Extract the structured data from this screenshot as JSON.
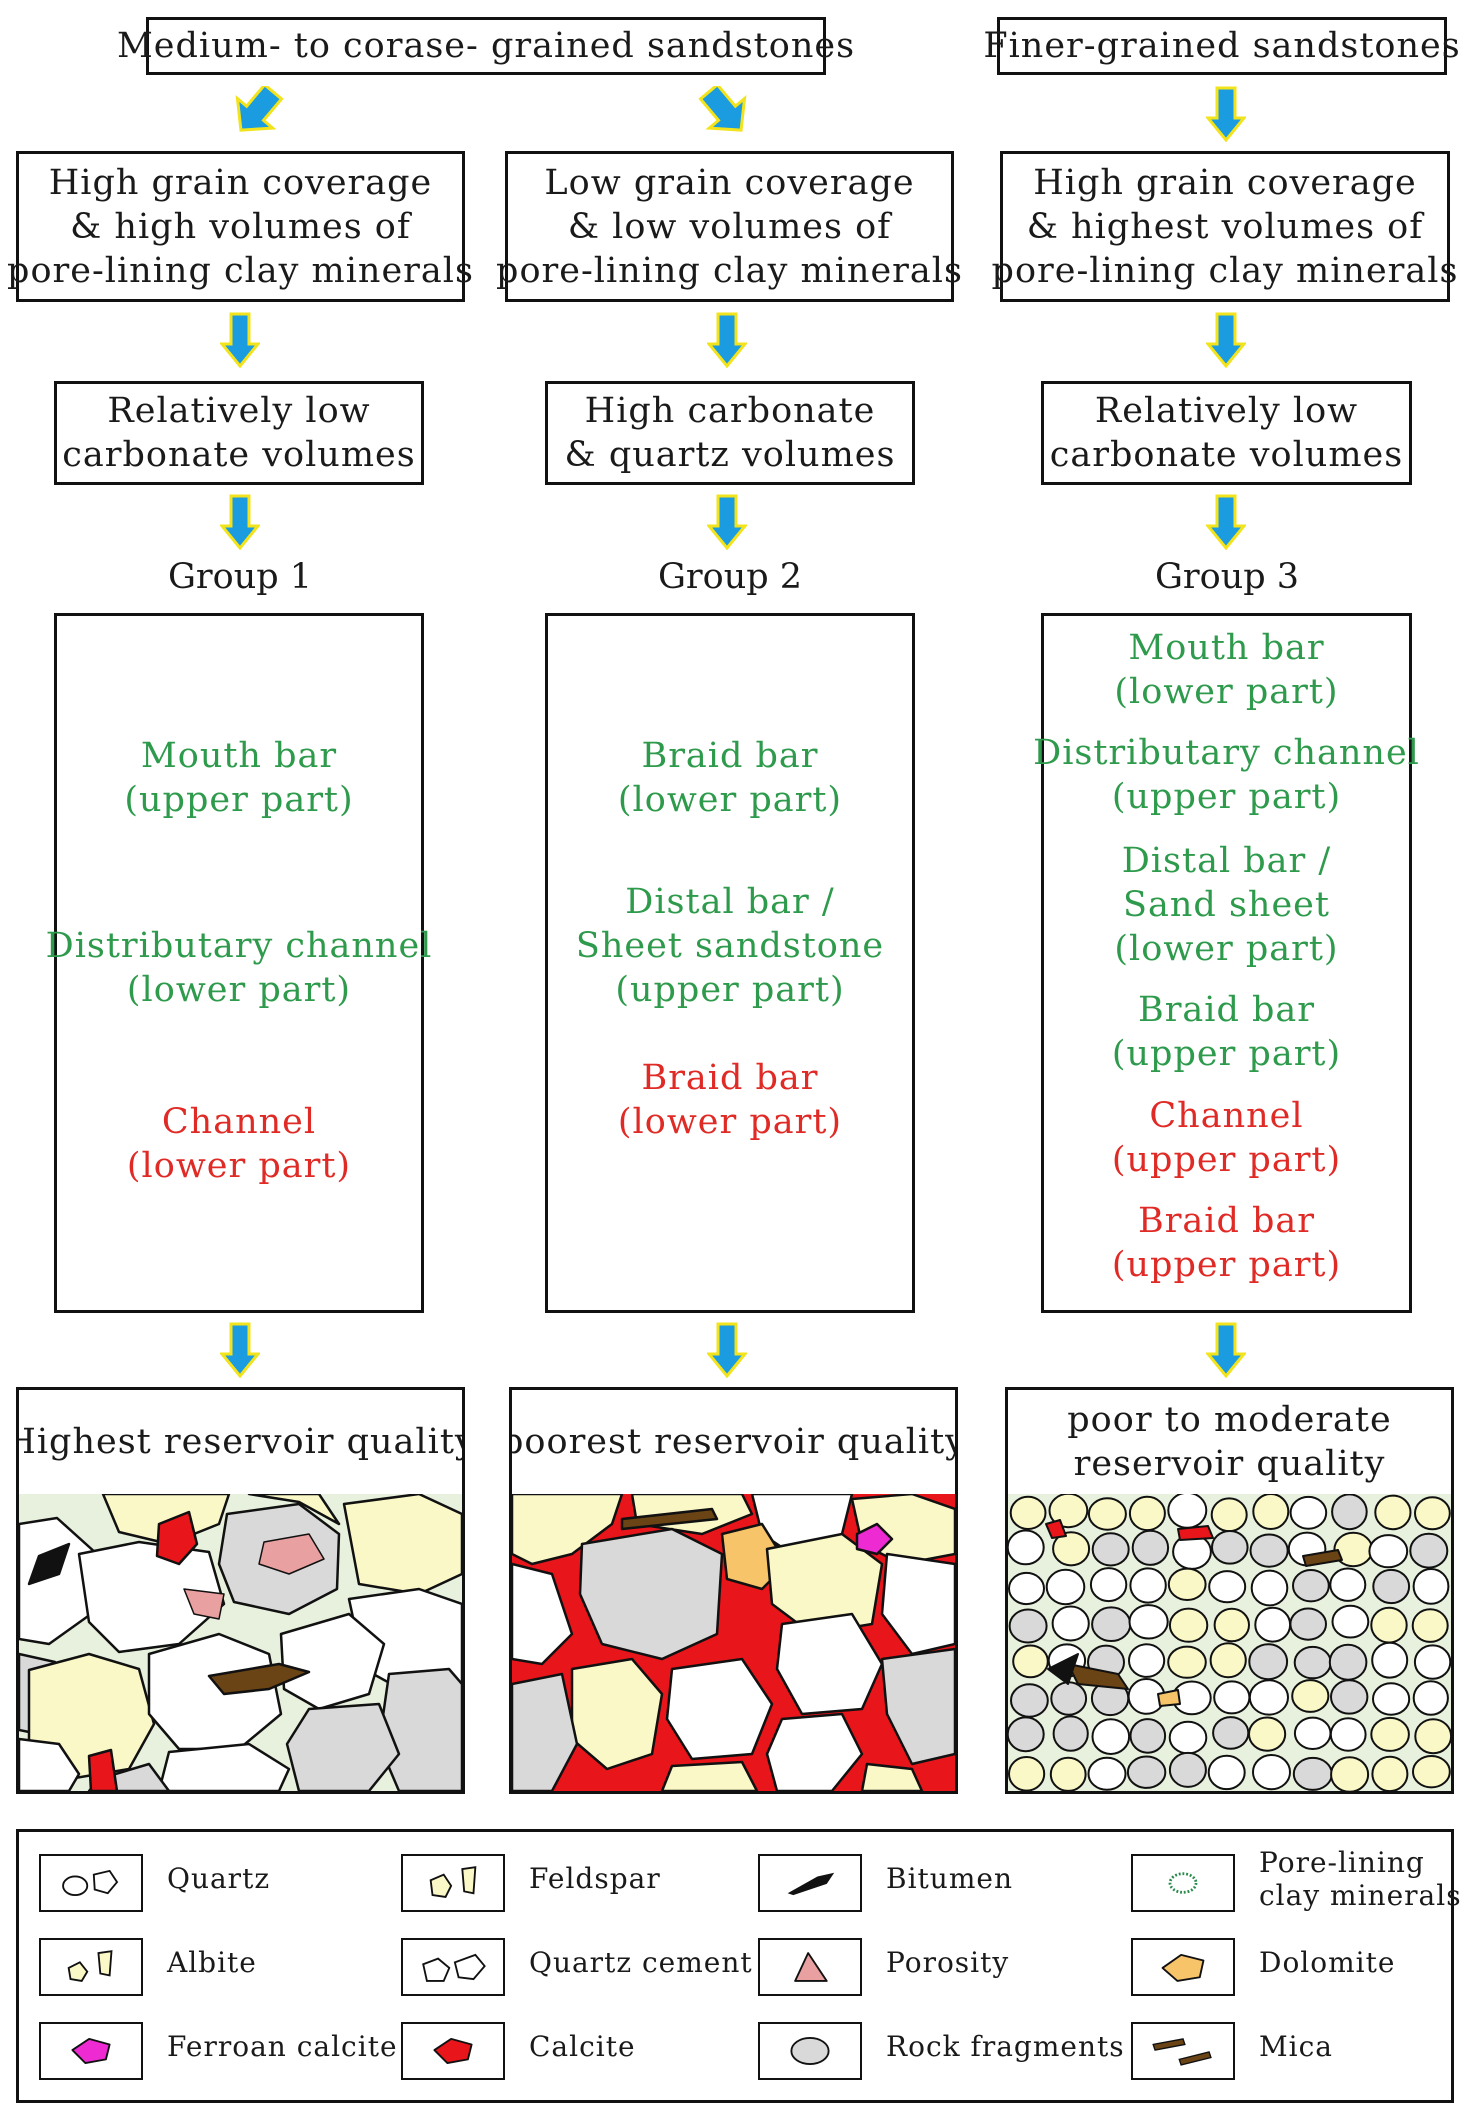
{
  "top_left_box": "Medium- to corase- grained sandstones",
  "top_right_box": "Finer-grained sandstones",
  "columns": [
    {
      "coverage_lines": [
        "High grain coverage",
        "& high volumes of",
        "pore-lining clay minerals"
      ],
      "carbonate_lines": [
        "Relatively low",
        "carbonate volumes"
      ],
      "group": "Group 1",
      "environments": [
        {
          "lines": [
            "Mouth bar",
            "(upper part)"
          ],
          "color": "#2e9a4c"
        },
        {
          "lines": [
            "Distributary channel",
            "(lower part)"
          ],
          "color": "#2e9a4c"
        },
        {
          "lines": [
            "Channel",
            "(lower part)"
          ],
          "color": "#e02a25"
        }
      ],
      "quality_lines": [
        "Highest reservoir quality"
      ]
    },
    {
      "coverage_lines": [
        "Low grain coverage",
        "& low volumes of",
        "pore-lining clay minerals"
      ],
      "carbonate_lines": [
        "High carbonate",
        "& quartz volumes"
      ],
      "group": "Group 2",
      "environments": [
        {
          "lines": [
            "Braid bar",
            "(lower part)"
          ],
          "color": "#2e9a4c"
        },
        {
          "lines": [
            "Distal bar /",
            "Sheet sandstone",
            "(upper part)"
          ],
          "color": "#2e9a4c"
        },
        {
          "lines": [
            "Braid bar",
            "(lower part)"
          ],
          "color": "#e02a25"
        }
      ],
      "quality_lines": [
        "poorest reservoir quality"
      ]
    },
    {
      "coverage_lines": [
        "High grain coverage",
        "& highest volumes of",
        "pore-lining clay minerals"
      ],
      "carbonate_lines": [
        "Relatively low",
        "carbonate volumes"
      ],
      "group": "Group 3",
      "environments": [
        {
          "lines": [
            "Mouth bar",
            "(lower part)"
          ],
          "color": "#2e9a4c"
        },
        {
          "lines": [
            "Distributary channel",
            "(upper part)"
          ],
          "color": "#2e9a4c"
        },
        {
          "lines": [
            "Distal bar /",
            "Sand sheet",
            "(lower part)"
          ],
          "color": "#2e9a4c"
        },
        {
          "lines": [
            "Braid bar",
            "(upper part)"
          ],
          "color": "#2e9a4c"
        },
        {
          "lines": [
            "Channel",
            "(upper part)"
          ],
          "color": "#e02a25"
        },
        {
          "lines": [
            "Braid bar",
            "(upper part)"
          ],
          "color": "#e02a25"
        }
      ],
      "quality_lines": [
        "poor to moderate",
        "reservoir quality"
      ]
    }
  ],
  "legend": [
    {
      "label": "Quartz",
      "icon": "quartz-icon"
    },
    {
      "label": "Feldspar",
      "icon": "feldspar-icon"
    },
    {
      "label": "Bitumen",
      "icon": "bitumen-icon"
    },
    {
      "label": "Pore-lining clay minerals",
      "icon": "pore-lining-clay-icon"
    },
    {
      "label": "Albite",
      "icon": "albite-icon"
    },
    {
      "label": "Quartz cement",
      "icon": "quartz-cement-icon"
    },
    {
      "label": "Porosity",
      "icon": "porosity-icon"
    },
    {
      "label": "Dolomite",
      "icon": "dolomite-icon"
    },
    {
      "label": "Ferroan calcite",
      "icon": "ferroan-calcite-icon"
    },
    {
      "label": "Calcite",
      "icon": "calcite-icon"
    },
    {
      "label": "Rock fragments",
      "icon": "rock-fragments-icon"
    },
    {
      "label": "Mica",
      "icon": "mica-icon"
    }
  ],
  "legend_two_line": {
    "pore_line1": "Pore-lining",
    "pore_line2": "clay minerals"
  },
  "colors": {
    "arrow_fill": "#1b9be0",
    "arrow_outline": "#f2e31c",
    "quartz": "#ffffff",
    "feldspar": "#fbf8c8",
    "rock_fragment": "#d9d9d9",
    "calcite": "#e8151b",
    "ferroan_calcite": "#ee2ad2",
    "dolomite": "#f7c46a",
    "porosity": "#e8a0a0",
    "mica": "#6b4415",
    "clay_rim": "#2a8a4c",
    "pore_fill": "#e8f1dd"
  }
}
